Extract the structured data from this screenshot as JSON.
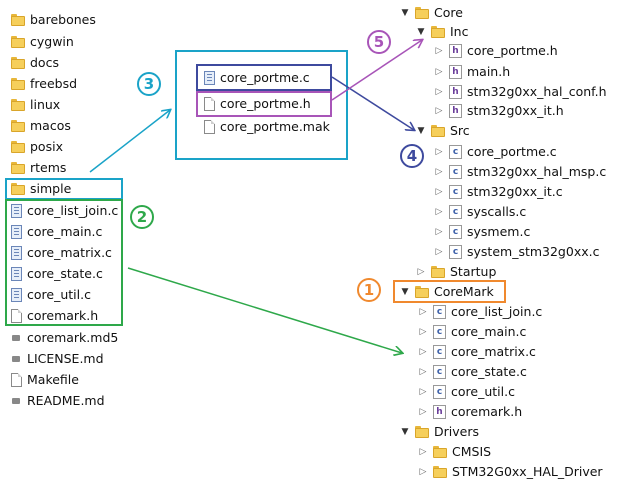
{
  "left_list": {
    "folders": [
      "barebones",
      "cygwin",
      "docs",
      "freebsd",
      "linux",
      "macos",
      "posix",
      "rtems",
      "simple"
    ],
    "c_files": [
      "core_list_join.c",
      "core_main.c",
      "core_matrix.c",
      "core_state.c",
      "core_util.c"
    ],
    "h_file": "coremark.h",
    "other_files": [
      "coremark.md5",
      "LICENSE.md",
      "Makefile",
      "README.md"
    ]
  },
  "popup": {
    "files": [
      "core_portme.c",
      "core_portme.h",
      "core_portme.mak"
    ]
  },
  "tree": {
    "core": "Core",
    "inc": "Inc",
    "inc_files": [
      "core_portme.h",
      "main.h",
      "stm32g0xx_hal_conf.h",
      "stm32g0xx_it.h"
    ],
    "src": "Src",
    "src_files": [
      "core_portme.c",
      "stm32g0xx_hal_msp.c",
      "stm32g0xx_it.c",
      "syscalls.c",
      "sysmem.c",
      "system_stm32g0xx.c"
    ],
    "startup": "Startup",
    "coremark": "CoreMark",
    "coremark_files": [
      "core_list_join.c",
      "core_main.c",
      "core_matrix.c",
      "core_state.c",
      "core_util.c",
      "coremark.h"
    ],
    "drivers": "Drivers",
    "driver_folders": [
      "CMSIS",
      "STM32G0xx_HAL_Driver"
    ]
  },
  "badges": [
    "1",
    "2",
    "3",
    "4",
    "5"
  ],
  "colors": {
    "badge1": "#f0892e",
    "badge2": "#2ea84a",
    "badge3": "#1aa3c8",
    "badge4": "#3e4a9e",
    "badge5": "#a855b8"
  }
}
